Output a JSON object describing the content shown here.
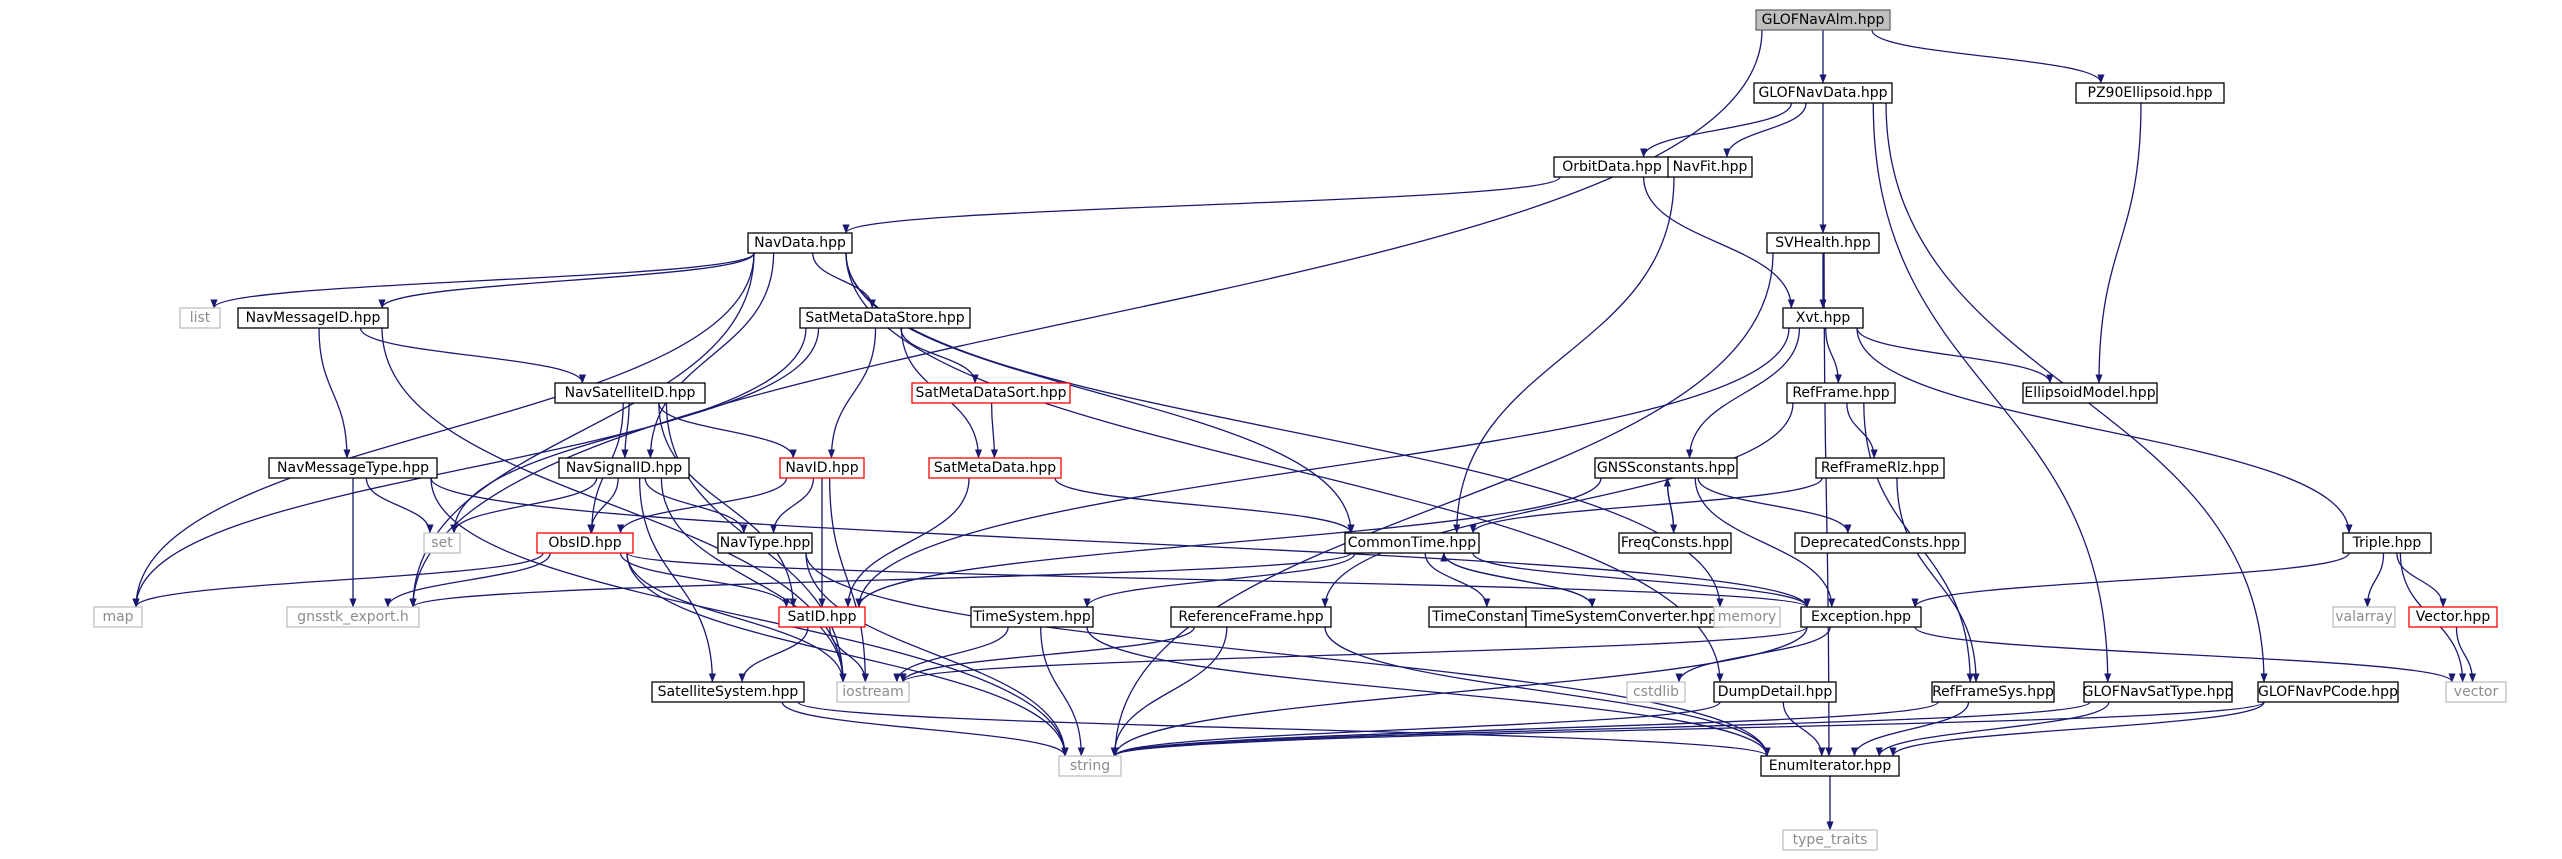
{
  "graph": {
    "title": "",
    "colors": {
      "edge": "#191970",
      "focus_fill": "#bfbfbf",
      "normal_border": "#000000",
      "truncated_border": "#ff0000",
      "external_border": "#bfbfbf",
      "external_text": "#8c8c8c"
    },
    "nodes": [
      {
        "id": "GLOFNavAlm",
        "label": "GLOFNavAlm.hpp",
        "kind": "focus"
      },
      {
        "id": "GLOFNavData",
        "label": "GLOFNavData.hpp",
        "kind": "normal"
      },
      {
        "id": "PZ90Ellipsoid",
        "label": "PZ90Ellipsoid.hpp",
        "kind": "normal"
      },
      {
        "id": "OrbitData",
        "label": "OrbitData.hpp",
        "kind": "normal"
      },
      {
        "id": "NavFit",
        "label": "NavFit.hpp",
        "kind": "normal"
      },
      {
        "id": "NavData",
        "label": "NavData.hpp",
        "kind": "normal"
      },
      {
        "id": "SVHealth",
        "label": "SVHealth.hpp",
        "kind": "normal"
      },
      {
        "id": "list",
        "label": "list",
        "kind": "external"
      },
      {
        "id": "NavMessageID",
        "label": "NavMessageID.hpp",
        "kind": "normal"
      },
      {
        "id": "SatMetaDataStore",
        "label": "SatMetaDataStore.hpp",
        "kind": "normal"
      },
      {
        "id": "Xvt",
        "label": "Xvt.hpp",
        "kind": "normal"
      },
      {
        "id": "NavSatelliteID",
        "label": "NavSatelliteID.hpp",
        "kind": "normal"
      },
      {
        "id": "SatMetaDataSort",
        "label": "SatMetaDataSort.hpp",
        "kind": "truncated"
      },
      {
        "id": "RefFrame",
        "label": "RefFrame.hpp",
        "kind": "normal"
      },
      {
        "id": "EllipsoidModel",
        "label": "EllipsoidModel.hpp",
        "kind": "normal"
      },
      {
        "id": "NavMessageType",
        "label": "NavMessageType.hpp",
        "kind": "normal"
      },
      {
        "id": "NavSignalID",
        "label": "NavSignalID.hpp",
        "kind": "normal"
      },
      {
        "id": "NavID",
        "label": "NavID.hpp",
        "kind": "truncated"
      },
      {
        "id": "SatMetaData",
        "label": "SatMetaData.hpp",
        "kind": "truncated"
      },
      {
        "id": "GNSSconstants",
        "label": "GNSSconstants.hpp",
        "kind": "normal"
      },
      {
        "id": "RefFrameRlz",
        "label": "RefFrameRlz.hpp",
        "kind": "normal"
      },
      {
        "id": "set",
        "label": "set",
        "kind": "external"
      },
      {
        "id": "ObsID",
        "label": "ObsID.hpp",
        "kind": "truncated"
      },
      {
        "id": "NavType",
        "label": "NavType.hpp",
        "kind": "normal"
      },
      {
        "id": "CommonTime",
        "label": "CommonTime.hpp",
        "kind": "normal"
      },
      {
        "id": "FreqConsts",
        "label": "FreqConsts.hpp",
        "kind": "normal"
      },
      {
        "id": "DeprecatedConsts",
        "label": "DeprecatedConsts.hpp",
        "kind": "normal"
      },
      {
        "id": "Triple",
        "label": "Triple.hpp",
        "kind": "normal"
      },
      {
        "id": "map",
        "label": "map",
        "kind": "external"
      },
      {
        "id": "gnsstk_export",
        "label": "gnsstk_export.h",
        "kind": "external"
      },
      {
        "id": "SatID",
        "label": "SatID.hpp",
        "kind": "truncated"
      },
      {
        "id": "TimeSystem",
        "label": "TimeSystem.hpp",
        "kind": "normal"
      },
      {
        "id": "ReferenceFrame",
        "label": "ReferenceFrame.hpp",
        "kind": "normal"
      },
      {
        "id": "TimeConstants",
        "label": "TimeConstants.hpp",
        "kind": "normal"
      },
      {
        "id": "TimeSystemConverter",
        "label": "TimeSystemConverter.hpp",
        "kind": "normal"
      },
      {
        "id": "memory",
        "label": "memory",
        "kind": "external"
      },
      {
        "id": "Exception",
        "label": "Exception.hpp",
        "kind": "normal"
      },
      {
        "id": "valarray",
        "label": "valarray",
        "kind": "external"
      },
      {
        "id": "Vector",
        "label": "Vector.hpp",
        "kind": "truncated"
      },
      {
        "id": "SatelliteSystem",
        "label": "SatelliteSystem.hpp",
        "kind": "normal"
      },
      {
        "id": "iostream",
        "label": "iostream",
        "kind": "external"
      },
      {
        "id": "cstdlib",
        "label": "cstdlib",
        "kind": "external"
      },
      {
        "id": "DumpDetail",
        "label": "DumpDetail.hpp",
        "kind": "normal"
      },
      {
        "id": "RefFrameSys",
        "label": "RefFrameSys.hpp",
        "kind": "normal"
      },
      {
        "id": "GLOFNavSatType",
        "label": "GLOFNavSatType.hpp",
        "kind": "normal"
      },
      {
        "id": "GLOFNavPCode",
        "label": "GLOFNavPCode.hpp",
        "kind": "normal"
      },
      {
        "id": "vector",
        "label": "vector",
        "kind": "external"
      },
      {
        "id": "string",
        "label": "string",
        "kind": "external"
      },
      {
        "id": "EnumIterator",
        "label": "EnumIterator.hpp",
        "kind": "normal"
      },
      {
        "id": "type_traits",
        "label": "type_traits",
        "kind": "external"
      }
    ],
    "edges": [
      [
        "GLOFNavAlm",
        "GLOFNavData"
      ],
      [
        "GLOFNavAlm",
        "PZ90Ellipsoid"
      ],
      [
        "GLOFNavAlm",
        "gnsstk_export"
      ],
      [
        "GLOFNavData",
        "OrbitData"
      ],
      [
        "GLOFNavData",
        "NavFit"
      ],
      [
        "GLOFNavData",
        "SVHealth"
      ],
      [
        "GLOFNavData",
        "GLOFNavSatType"
      ],
      [
        "GLOFNavData",
        "GLOFNavPCode"
      ],
      [
        "PZ90Ellipsoid",
        "EllipsoidModel"
      ],
      [
        "OrbitData",
        "NavData"
      ],
      [
        "OrbitData",
        "Xvt"
      ],
      [
        "NavFit",
        "CommonTime"
      ],
      [
        "NavData",
        "list"
      ],
      [
        "NavData",
        "NavMessageID"
      ],
      [
        "NavData",
        "SatMetaDataStore"
      ],
      [
        "NavData",
        "map"
      ],
      [
        "NavData",
        "gnsstk_export"
      ],
      [
        "NavData",
        "NavSignalID"
      ],
      [
        "NavData",
        "CommonTime"
      ],
      [
        "NavData",
        "memory"
      ],
      [
        "NavData",
        "DumpDetail"
      ],
      [
        "SVHealth",
        "Xvt"
      ],
      [
        "SVHealth",
        "string"
      ],
      [
        "SVHealth",
        "EnumIterator"
      ],
      [
        "NavMessageID",
        "NavSatelliteID"
      ],
      [
        "NavMessageID",
        "NavMessageType"
      ],
      [
        "NavMessageID",
        "iostream"
      ],
      [
        "SatMetaDataStore",
        "SatMetaDataSort"
      ],
      [
        "SatMetaDataStore",
        "SatMetaData"
      ],
      [
        "SatMetaDataStore",
        "NavID"
      ],
      [
        "SatMetaDataStore",
        "set"
      ],
      [
        "SatMetaDataStore",
        "map"
      ],
      [
        "Xvt",
        "RefFrame"
      ],
      [
        "Xvt",
        "EllipsoidModel"
      ],
      [
        "Xvt",
        "GNSSconstants"
      ],
      [
        "Xvt",
        "Triple"
      ],
      [
        "Xvt",
        "SatID"
      ],
      [
        "NavSatelliteID",
        "NavSignalID"
      ],
      [
        "NavSatelliteID",
        "NavID"
      ],
      [
        "NavSatelliteID",
        "ObsID"
      ],
      [
        "NavSatelliteID",
        "SatID"
      ],
      [
        "NavSatelliteID",
        "iostream"
      ],
      [
        "SatMetaDataSort",
        "SatMetaData"
      ],
      [
        "RefFrame",
        "RefFrameRlz"
      ],
      [
        "RefFrame",
        "ReferenceFrame"
      ],
      [
        "RefFrame",
        "RefFrameSys"
      ],
      [
        "NavMessageType",
        "set"
      ],
      [
        "NavMessageType",
        "gnsstk_export"
      ],
      [
        "NavMessageType",
        "string"
      ],
      [
        "NavMessageType",
        "Exception"
      ],
      [
        "NavSignalID",
        "set"
      ],
      [
        "NavSignalID",
        "ObsID"
      ],
      [
        "NavSignalID",
        "NavType"
      ],
      [
        "NavSignalID",
        "SatelliteSystem"
      ],
      [
        "NavSignalID",
        "iostream"
      ],
      [
        "NavID",
        "NavType"
      ],
      [
        "NavID",
        "SatID"
      ],
      [
        "NavID",
        "ObsID"
      ],
      [
        "NavID",
        "iostream"
      ],
      [
        "SatMetaData",
        "SatID"
      ],
      [
        "SatMetaData",
        "CommonTime"
      ],
      [
        "GNSSconstants",
        "FreqConsts"
      ],
      [
        "GNSSconstants",
        "DeprecatedConsts"
      ],
      [
        "GNSSconstants",
        "Exception"
      ],
      [
        "GNSSconstants",
        "SatID"
      ],
      [
        "RefFrameRlz",
        "CommonTime"
      ],
      [
        "RefFrameRlz",
        "RefFrameSys"
      ],
      [
        "ObsID",
        "map"
      ],
      [
        "ObsID",
        "gnsstk_export"
      ],
      [
        "ObsID",
        "SatID"
      ],
      [
        "ObsID",
        "iostream"
      ],
      [
        "ObsID",
        "string"
      ],
      [
        "ObsID",
        "Exception"
      ],
      [
        "NavType",
        "string"
      ],
      [
        "NavType",
        "EnumIterator"
      ],
      [
        "CommonTime",
        "TimeSystem"
      ],
      [
        "CommonTime",
        "TimeConstants"
      ],
      [
        "CommonTime",
        "TimeSystemConverter"
      ],
      [
        "CommonTime",
        "Exception"
      ],
      [
        "CommonTime",
        "gnsstk_export"
      ],
      [
        "FreqConsts",
        "GNSSconstants"
      ],
      [
        "Triple",
        "valarray"
      ],
      [
        "Triple",
        "Vector"
      ],
      [
        "Triple",
        "vector"
      ],
      [
        "Triple",
        "Exception"
      ],
      [
        "SatID",
        "SatelliteSystem"
      ],
      [
        "SatID",
        "iostream"
      ],
      [
        "TimeSystem",
        "iostream"
      ],
      [
        "TimeSystem",
        "string"
      ],
      [
        "TimeSystem",
        "EnumIterator"
      ],
      [
        "ReferenceFrame",
        "iostream"
      ],
      [
        "ReferenceFrame",
        "string"
      ],
      [
        "ReferenceFrame",
        "EnumIterator"
      ],
      [
        "TimeSystemConverter",
        "CommonTime"
      ],
      [
        "Exception",
        "vector"
      ],
      [
        "Exception",
        "string"
      ],
      [
        "Exception",
        "iostream"
      ],
      [
        "Exception",
        "cstdlib"
      ],
      [
        "Vector",
        "vector"
      ],
      [
        "SatelliteSystem",
        "string"
      ],
      [
        "SatelliteSystem",
        "EnumIterator"
      ],
      [
        "DumpDetail",
        "string"
      ],
      [
        "DumpDetail",
        "EnumIterator"
      ],
      [
        "RefFrameSys",
        "string"
      ],
      [
        "RefFrameSys",
        "EnumIterator"
      ],
      [
        "GLOFNavSatType",
        "string"
      ],
      [
        "GLOFNavSatType",
        "EnumIterator"
      ],
      [
        "GLOFNavPCode",
        "string"
      ],
      [
        "GLOFNavPCode",
        "EnumIterator"
      ],
      [
        "EnumIterator",
        "type_traits"
      ]
    ]
  }
}
